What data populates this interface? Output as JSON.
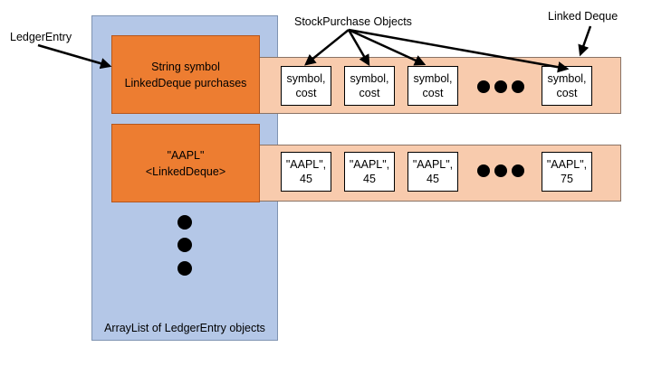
{
  "labels": {
    "ledger_entry": "LedgerEntry",
    "stock_purchase_objects": "StockPurchase Objects",
    "linked_deque": "Linked Deque",
    "arraylist_caption": "ArrayList of LedgerEntry objects"
  },
  "entries": [
    {
      "line1": "String symbol",
      "line2": "LinkedDeque purchases"
    },
    {
      "line1": "\"AAPL\"",
      "line2": "<LinkedDeque>"
    }
  ],
  "deque_rows": [
    {
      "nodes": [
        {
          "line1": "symbol,",
          "line2": "cost"
        },
        {
          "line1": "symbol,",
          "line2": "cost"
        },
        {
          "line1": "symbol,",
          "line2": "cost"
        },
        {
          "line1": "symbol,",
          "line2": "cost"
        }
      ]
    },
    {
      "nodes": [
        {
          "line1": "\"AAPL\",",
          "line2": "45"
        },
        {
          "line1": "\"AAPL\",",
          "line2": "45"
        },
        {
          "line1": "\"AAPL\",",
          "line2": "45"
        },
        {
          "line1": "\"AAPL\",",
          "line2": "75"
        }
      ]
    }
  ],
  "colors": {
    "arraylist_fill": "#b4c7e7",
    "entry_fill": "#ed7d31",
    "deque_fill": "#f8cbad",
    "node_fill": "#ffffff"
  }
}
